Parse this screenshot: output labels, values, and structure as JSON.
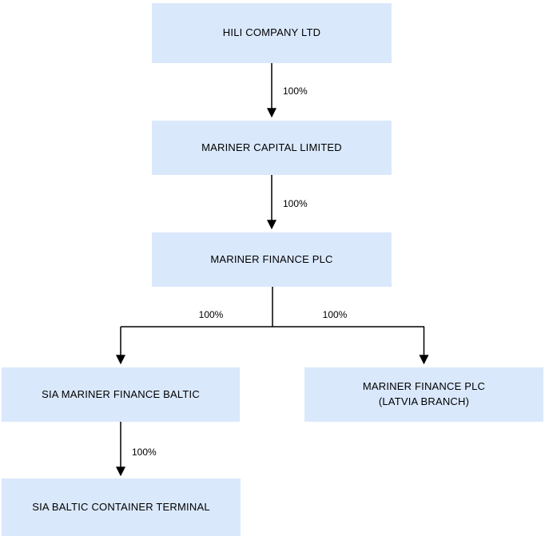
{
  "diagram": {
    "type": "org-chart",
    "background_color": "#ffffff",
    "node_fill_color": "#dae8fc",
    "text_color": "#000000",
    "connector_color": "#000000",
    "nodes": [
      {
        "id": "hili-company-ltd",
        "label": "HILI COMPANY LTD"
      },
      {
        "id": "mariner-capital-limited",
        "label": "MARINER CAPITAL LIMITED"
      },
      {
        "id": "mariner-finance-plc",
        "label": "MARINER FINANCE PLC"
      },
      {
        "id": "sia-mariner-finance-baltic",
        "label": "SIA MARINER FINANCE BALTIC"
      },
      {
        "id": "mariner-finance-plc-latvia-branch",
        "label": "MARINER FINANCE PLC\n(LATVIA BRANCH)"
      },
      {
        "id": "sia-baltic-container-terminal",
        "label": "SIA BALTIC CONTAINER TERMINAL"
      }
    ],
    "edges": [
      {
        "from": "hili-company-ltd",
        "to": "mariner-capital-limited",
        "label": "100%"
      },
      {
        "from": "mariner-capital-limited",
        "to": "mariner-finance-plc",
        "label": "100%"
      },
      {
        "from": "mariner-finance-plc",
        "to": "sia-mariner-finance-baltic",
        "label": "100%"
      },
      {
        "from": "mariner-finance-plc",
        "to": "mariner-finance-plc-latvia-branch",
        "label": "100%"
      },
      {
        "from": "sia-mariner-finance-baltic",
        "to": "sia-baltic-container-terminal",
        "label": "100%"
      }
    ]
  }
}
